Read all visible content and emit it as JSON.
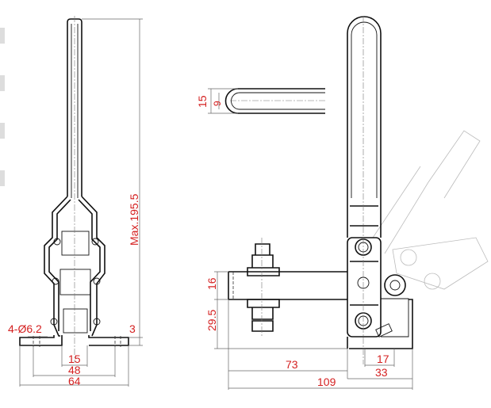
{
  "drawing": {
    "title": "Vertical toggle clamp dimension drawing",
    "colors": {
      "line": "#111111",
      "dimension_text": "#d42020",
      "ghost": "#bbbbbb"
    },
    "dimensions": {
      "max_height": "Max.195.5",
      "handle_width": "15",
      "handle_inner": "9",
      "holes": "4-Ø6.2",
      "base_thickness": "3",
      "inner_width": "15",
      "hole_spacing": "48",
      "base_width": "64",
      "arm_height": "16",
      "arm_offset": "29.5",
      "reach": "73",
      "hole_pitch": "17",
      "base_length": "33",
      "total_length": "109"
    }
  }
}
